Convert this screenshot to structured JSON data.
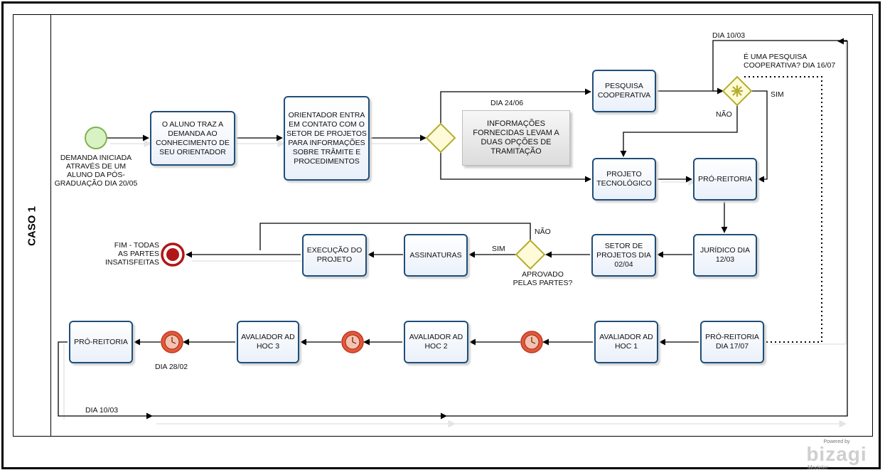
{
  "lane": {
    "label": "CASO 1"
  },
  "tasks": {
    "aluno_traz": "O ALUNO TRAZ A DEMANDA AO CONHECIMENTO DE SEU ORIENTADOR",
    "orientador": "ORIENTADOR ENTRA EM CONTATO COM O SETOR DE PROJETOS PARA INFORMAÇÕES SOBRE TRÂMITE E PROCEDIMENTOS",
    "pesquisa_coop": "PESQUISA COOPERATIVA",
    "projeto_tec": "PROJETO TECNOLÓGICO",
    "pro_reitoria_top": "PRÓ-REITORIA",
    "juridico": "JURÍDICO DIA 12/03",
    "setor_projetos": "SETOR DE PROJETOS DIA 02/04",
    "assinaturas": "ASSINATURAS",
    "execucao": "EXECUÇÃO DO PROJETO",
    "pro_reitoria_1707": "PRÓ-REITORIA DIA 17/07",
    "avaliador_1": "AVALIADOR AD HOC 1",
    "avaliador_2": "AVALIADOR AD HOC 2",
    "avaliador_3": "AVALIADOR AD HOC 3",
    "pro_reitoria_left": "PRÓ-REITORIA"
  },
  "annotation": {
    "text": "INFORMAÇÕES FORNECIDAS LEVAM A DUAS OPÇÕES DE TRAMITAÇÃO"
  },
  "labels": {
    "start": "DEMANDA INICIADA ATRAVÉS DE UM ALUNO DA PÓS-GRADUAÇÃO DIA 20/05",
    "end": "FIM - TODAS AS PARTES INSATISFEITAS",
    "dia_2406": "DIA 24/06",
    "dia_1003_top": "DIA 10/03",
    "gateway_coop": "É UMA PESQUISA COOPERATIVA?  DIA 16/07",
    "sim_coop": "SIM",
    "nao_coop": "NÃO",
    "gateway_aprovado": "APROVADO PELAS PARTES?",
    "sim_aprovado": "SIM",
    "nao_aprovado": "NÃO",
    "dia_2802": "DIA 28/02",
    "dia_1003_bottom": "DIA 10/03"
  },
  "colors": {
    "task_border": "#1f4e79",
    "start_fill": "#d9f2c4",
    "start_stroke": "#7fb24e",
    "end_fill": "#b11616",
    "timer_fill": "#e8573a",
    "gateway_fill": "#fffbd9",
    "gateway_stroke": "#b3ad2d"
  },
  "branding": {
    "top": "Powered by",
    "logo": "bizagi",
    "sub": "Modeler"
  }
}
